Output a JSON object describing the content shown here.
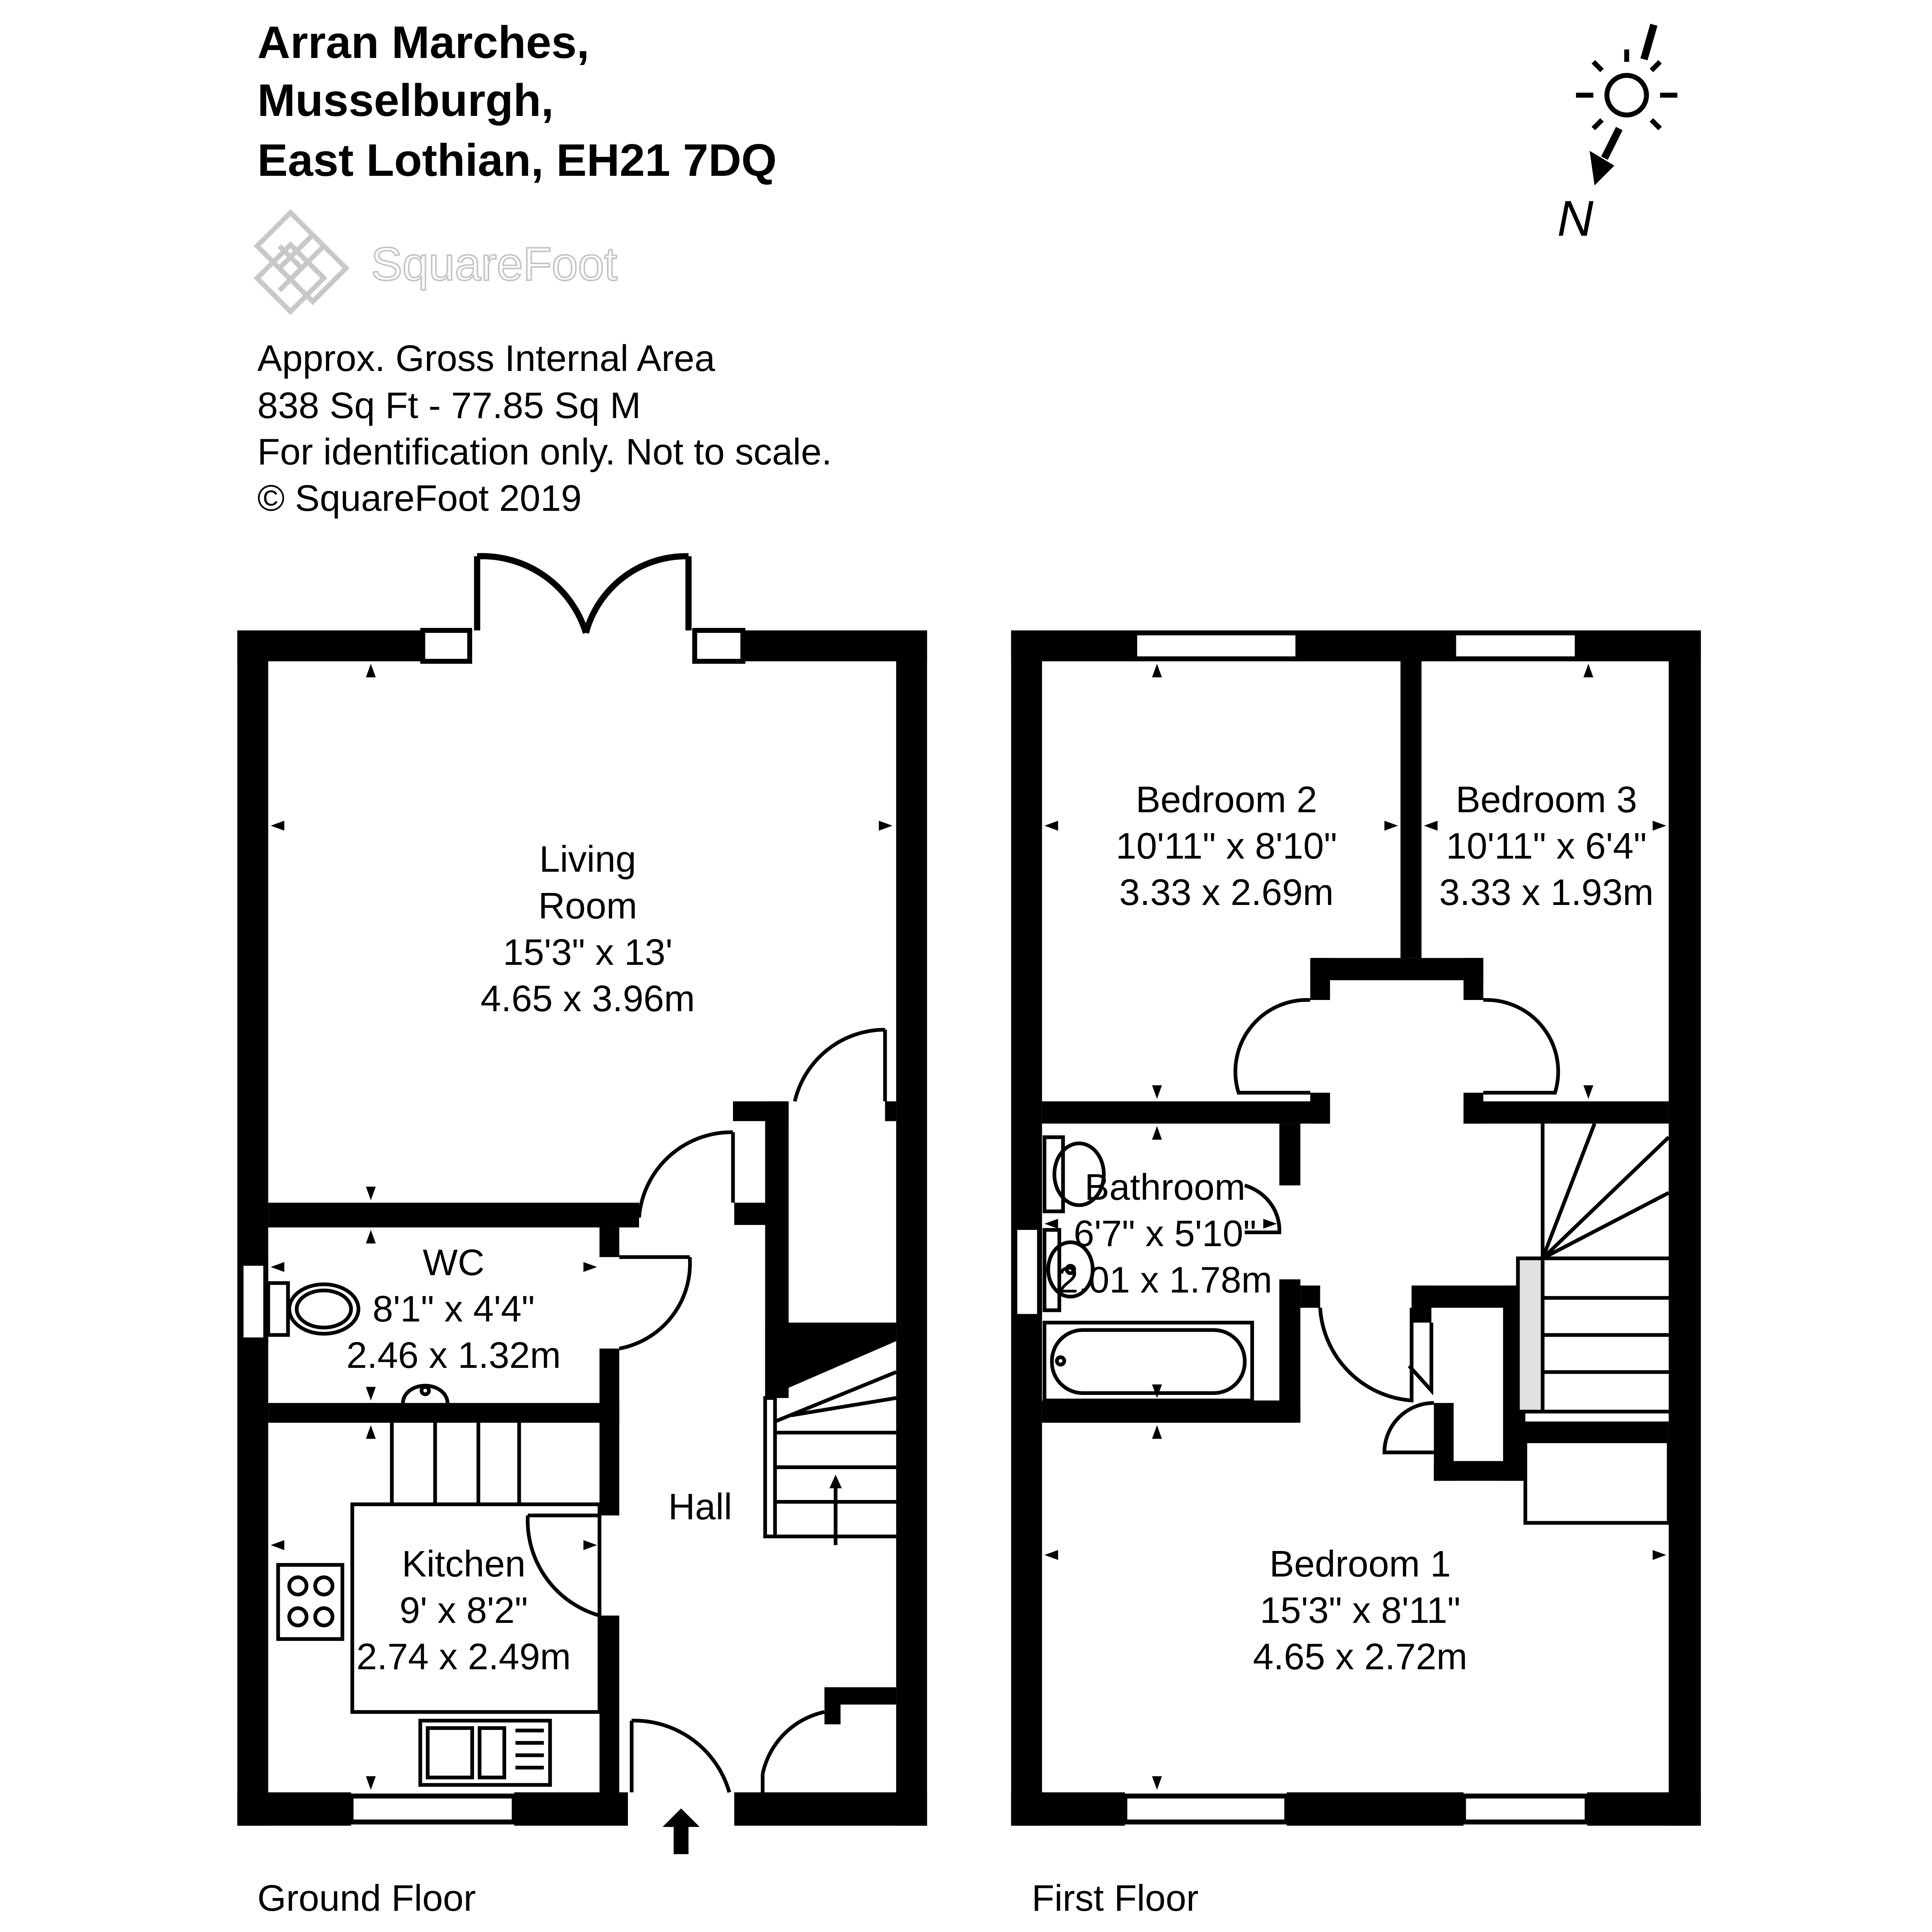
{
  "address": {
    "line1": "Arran Marches,",
    "line2": "Musselburgh,",
    "line3": "East Lothian, EH21 7DQ"
  },
  "logo": {
    "name": "SquareFoot",
    "icon": "squarefoot-logo-icon"
  },
  "area_info": {
    "line1": "Approx. Gross Internal Area",
    "line2": "838 Sq Ft  -  77.85 Sq M",
    "line3": "For identification only. Not to scale.",
    "line4": "© SquareFoot 2019"
  },
  "compass": {
    "label": "N",
    "icon": "sun-compass-icon"
  },
  "ground_floor": {
    "label": "Ground Floor",
    "rooms": {
      "living": {
        "name1": "Living",
        "name2": "Room",
        "imperial": "15'3\" x 13'",
        "metric": "4.65 x 3.96m"
      },
      "wc": {
        "name": "WC",
        "imperial": "8'1\" x 4'4\"",
        "metric": "2.46 x 1.32m"
      },
      "kitchen": {
        "name": "Kitchen",
        "imperial": "9' x 8'2\"",
        "metric": "2.74 x 2.49m"
      },
      "hall": {
        "name": "Hall"
      }
    }
  },
  "first_floor": {
    "label": "First Floor",
    "rooms": {
      "bedroom2": {
        "name": "Bedroom 2",
        "imperial": "10'11\" x 8'10\"",
        "metric": "3.33 x 2.69m"
      },
      "bedroom3": {
        "name": "Bedroom 3",
        "imperial": "10'11\" x 6'4\"",
        "metric": "3.33 x 1.93m"
      },
      "bathroom": {
        "name": "Bathroom",
        "imperial": "6'7\" x 5'10\"",
        "metric": "2.01 x 1.78m"
      },
      "bedroom1": {
        "name": "Bedroom 1",
        "imperial": "15'3\" x 8'11\"",
        "metric": "4.65 x 2.72m"
      }
    }
  }
}
